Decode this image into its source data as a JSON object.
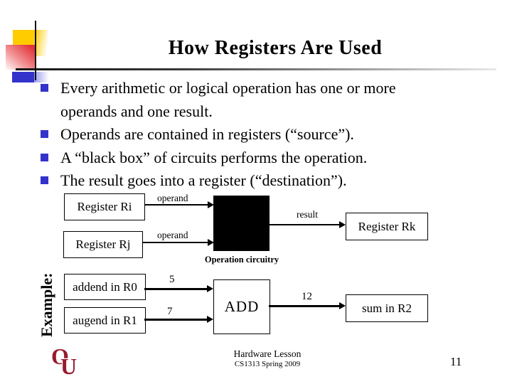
{
  "slide_title": "How Registers Are Used",
  "bullets": [
    "Every arithmetic or logical operation has one or more operands and one result.",
    "Operands are contained in registers (“source”).",
    "A “black box” of circuits performs the operation.",
    "The result goes into a register (“destination”)."
  ],
  "diagram": {
    "register_ri": "Register Ri",
    "register_rj": "Register Rj",
    "register_rk": "Register Rk",
    "operand_top": "operand",
    "operand_bottom": "operand",
    "result": "result",
    "operation_circuitry": "Operation circuitry"
  },
  "example": {
    "heading": "Example:",
    "addend": "addend in R0",
    "augend": "augend in R1",
    "operation": "ADD",
    "sum": "sum in R2",
    "addend_value": "5",
    "augend_value": "7",
    "result_value": "12"
  },
  "footer": {
    "lesson": "Hardware Lesson",
    "course": "CS1313 Spring 2009",
    "page_number": "11",
    "logo_o": "O",
    "logo_u": "U"
  },
  "colors": {
    "accent_blue": "#3333cc",
    "accent_yellow": "#ffcc00",
    "accent_red": "#e23339",
    "ou_crimson": "#971b2f"
  }
}
